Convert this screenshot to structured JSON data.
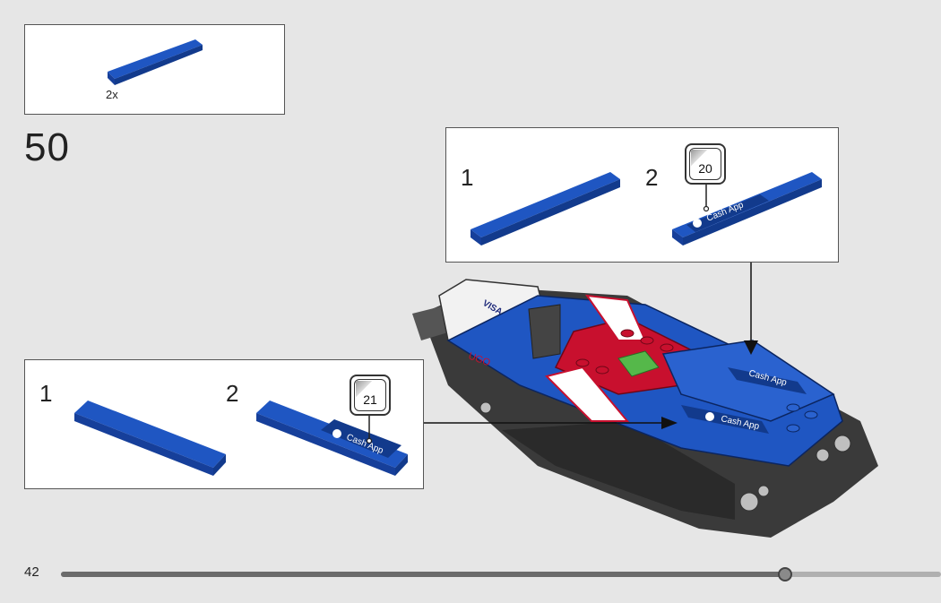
{
  "parts": {
    "quantity": "2x"
  },
  "step": {
    "number": "50"
  },
  "callout_top": {
    "substep_1": "1",
    "substep_2": "2",
    "sticker_number": "20",
    "sticker_text": "Cash App"
  },
  "callout_left": {
    "substep_1": "1",
    "substep_2": "2",
    "sticker_number": "21",
    "sticker_text": "Cash App"
  },
  "model": {
    "sticker_text": "Cash App",
    "hull_text": "UGO",
    "visa_text": "VISA"
  },
  "footer": {
    "page_number": "42",
    "progress": 0.823
  },
  "colors": {
    "brick_blue": "#1f56c2",
    "brick_blue_dark": "#123a8c",
    "brick_red": "#c8102e",
    "brick_green": "#55b84a",
    "brick_dark": "#3a3a3a",
    "background": "#e6e6e6"
  }
}
